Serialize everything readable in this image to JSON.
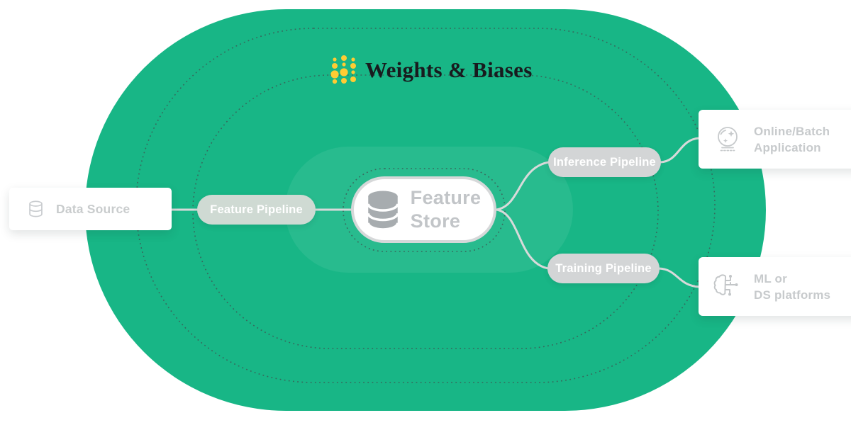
{
  "brand": {
    "name": "Weights & Biases",
    "logo_icon": "wandb-dots-logo",
    "logo_dot_color": "#FFCC33",
    "logo_text_color": "#181b1e"
  },
  "colors": {
    "background": "#ffffff",
    "stadium_green": "#18b686",
    "inner_capsule": "rgba(255,255,255,0.07)",
    "dotted_ring": "#3d5a55",
    "connector": "#d8dada",
    "node_text_gray": "#c7cacc",
    "pill_text": "#ffffff",
    "pill_gray": "#d3d5d6",
    "pill_green_tint": "#cfdad3"
  },
  "nodes": {
    "data_source": {
      "label": "Data Source",
      "icon": "database-outline-icon"
    },
    "feature_pipeline": {
      "label": "Feature Pipeline"
    },
    "feature_store": {
      "label_line1": "Feature",
      "label_line2": "Store",
      "icon": "database-solid-icon"
    },
    "inference_pipeline": {
      "label": "Inference Pipeline"
    },
    "training_pipeline": {
      "label": "Training Pipeline"
    },
    "online_batch_app": {
      "label_line1": "Online/Batch",
      "label_line2": "Application",
      "icon": "crystal-ball-icon"
    },
    "ml_ds_platforms": {
      "label_line1": "ML or",
      "label_line2": "DS platforms",
      "icon": "brain-circuit-icon"
    }
  },
  "connections": [
    "data_source -> feature_pipeline",
    "feature_pipeline -> feature_store",
    "feature_store -> inference_pipeline",
    "inference_pipeline -> online_batch_app",
    "feature_store -> training_pipeline",
    "training_pipeline -> ml_ds_platforms"
  ]
}
